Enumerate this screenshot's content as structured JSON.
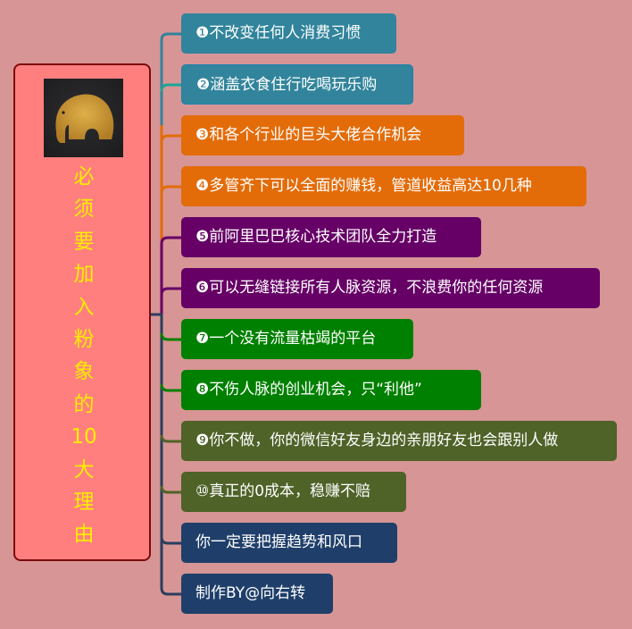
{
  "root": {
    "title": "必\n须\n要\n加\n入\n粉\n象\n的\n10\n大\n理\n由",
    "logo_icon": "golden-elephant-logo",
    "bg_color": "#ff7f7f",
    "border_color": "#7c0a0a",
    "text_color": "#ffee00"
  },
  "nodes": [
    {
      "label": "❶不改变任何人消费习惯",
      "color": "#31849b"
    },
    {
      "label": "❷涵盖衣食住行吃喝玩乐购",
      "color": "#31849b"
    },
    {
      "label": "❸和各个行业的巨头大佬合作机会",
      "color": "#e36c09"
    },
    {
      "label": "❹多管齐下可以全面的赚钱，管道收益高达10几种",
      "color": "#e36c09"
    },
    {
      "label": "❺前阿里巴巴核心技术团队全力打造",
      "color": "#660066"
    },
    {
      "label": "❻可以无缝链接所有人脉资源，不浪费你的任何资源",
      "color": "#660066"
    },
    {
      "label": "❼一个没有流量枯竭的平台",
      "color": "#008000"
    },
    {
      "label": "❽不伤人脉的创业机会，只“利他”",
      "color": "#008000"
    },
    {
      "label": "❾你不做，你的微信好友身边的亲朋好友也会跟别人做",
      "color": "#4f6228"
    },
    {
      "label": "⑩真正的0成本，稳赚不赔",
      "color": "#4f6228"
    },
    {
      "label": "你一定要把握趋势和风口",
      "color": "#1f3f6a"
    },
    {
      "label": "制作BY@向右转",
      "color": "#1f3f6a"
    }
  ],
  "background_color": "#d79595"
}
